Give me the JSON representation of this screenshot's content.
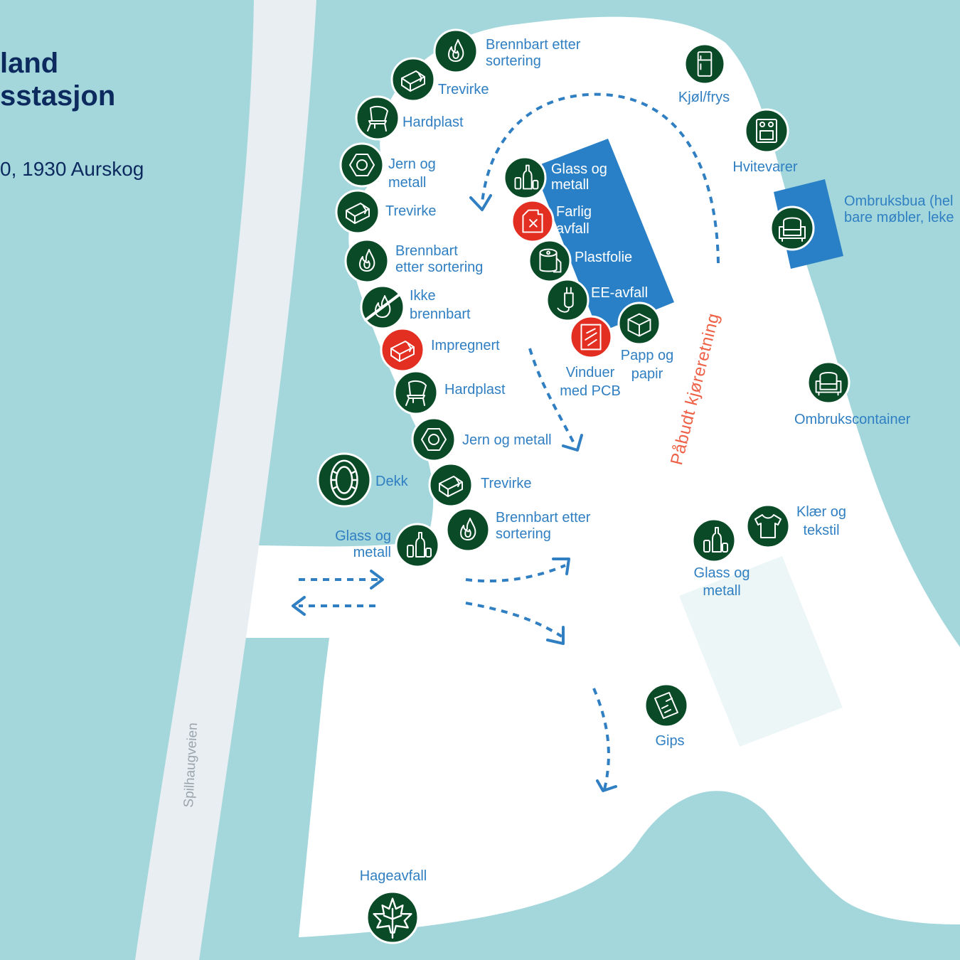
{
  "title": {
    "line1": "land",
    "line2": "sstasjon"
  },
  "address": "0, 1930 Aurskog",
  "road_name": "Spilhaugveien",
  "direction_text": "Påbudt kjøreretning",
  "colors": {
    "water": "#a4d7dc",
    "ground": "#ffffff",
    "road": "#e8eef2",
    "building": "#2a80c6",
    "icon_green": "#0a4a26",
    "icon_red": "#e32f22",
    "label_blue": "#2f7fc2",
    "heading_navy": "#0d2a5e",
    "direction_orange": "#ee6146",
    "pad": "#ecf6f6"
  },
  "stations": [
    {
      "id": "brennbart-top",
      "icon": "flame-icon",
      "color": "green",
      "label": "Brennbart etter\nsortering"
    },
    {
      "id": "trevirke-1",
      "icon": "wood-plank-icon",
      "color": "green",
      "label": "Trevirke"
    },
    {
      "id": "hardplast-1",
      "icon": "plastic-chair-icon",
      "color": "green",
      "label": "Hardplast"
    },
    {
      "id": "jern-1",
      "icon": "metal-nut-icon",
      "color": "green",
      "label": "Jern og\nmetall"
    },
    {
      "id": "trevirke-2",
      "icon": "wood-plank-icon",
      "color": "green",
      "label": "Trevirke"
    },
    {
      "id": "brennbart-2",
      "icon": "flame-icon",
      "color": "green",
      "label": "Brennbart\netter sortering"
    },
    {
      "id": "ikke-brennbart",
      "icon": "no-flame-icon",
      "color": "green",
      "label": "Ikke\nbrennbart"
    },
    {
      "id": "impregnert",
      "icon": "wood-plank-icon",
      "color": "red",
      "label": "Impregnert"
    },
    {
      "id": "hardplast-2",
      "icon": "plastic-chair-icon",
      "color": "green",
      "label": "Hardplast"
    },
    {
      "id": "jern-2",
      "icon": "metal-nut-icon",
      "color": "green",
      "label": "Jern og metall"
    },
    {
      "id": "trevirke-3",
      "icon": "wood-plank-icon",
      "color": "green",
      "label": "Trevirke"
    },
    {
      "id": "brennbart-3",
      "icon": "flame-icon",
      "color": "green",
      "label": "Brennbart etter\nsortering"
    },
    {
      "id": "dekk",
      "icon": "tire-icon",
      "color": "green",
      "label": "Dekk"
    },
    {
      "id": "glass-entry",
      "icon": "bottles-cans-icon",
      "color": "green",
      "label": "Glass og\nmetall"
    },
    {
      "id": "glass-center",
      "icon": "bottles-cans-icon",
      "color": "green",
      "label": "Glass og\nmetall"
    },
    {
      "id": "farlig",
      "icon": "hazard-canister-icon",
      "color": "red",
      "label": "Farlig\navfall"
    },
    {
      "id": "plastfolie",
      "icon": "plastic-film-icon",
      "color": "green",
      "label": "Plastfolie"
    },
    {
      "id": "ee-avfall",
      "icon": "electric-plug-icon",
      "color": "green",
      "label": "EE-avfall"
    },
    {
      "id": "papp",
      "icon": "cardboard-box-icon",
      "color": "green",
      "label": "Papp og\npapir"
    },
    {
      "id": "vinduer",
      "icon": "window-pane-icon",
      "color": "red",
      "label": "Vinduer\nmed PCB"
    },
    {
      "id": "kjol",
      "icon": "fridge-icon",
      "color": "green",
      "label": "Kjøl/frys"
    },
    {
      "id": "hvitevarer",
      "icon": "stove-icon",
      "color": "green",
      "label": "Hvitevarer"
    },
    {
      "id": "ombruksbua",
      "icon": "armchair-icon",
      "color": "green",
      "label": "Ombruksbua (hel\nbare møbler, leke"
    },
    {
      "id": "ombrukscontainer",
      "icon": "armchair-icon",
      "color": "green",
      "label": "Ombrukscontainer"
    },
    {
      "id": "klaer",
      "icon": "t-shirt-icon",
      "color": "green",
      "label": "Klær og\ntekstil"
    },
    {
      "id": "glass-right",
      "icon": "bottles-cans-icon",
      "color": "green",
      "label": "Glass og\nmetall"
    },
    {
      "id": "gips",
      "icon": "gypsum-board-icon",
      "color": "green",
      "label": "Gips"
    },
    {
      "id": "hageavfall",
      "icon": "maple-leaf-icon",
      "color": "green",
      "label": "Hageavfall"
    }
  ]
}
